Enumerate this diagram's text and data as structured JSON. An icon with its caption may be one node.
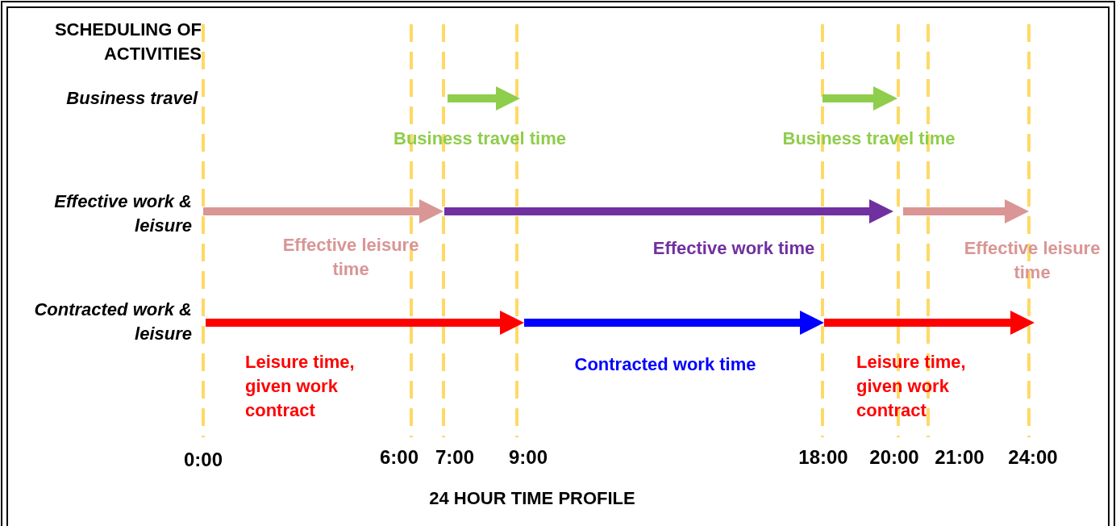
{
  "diagram": {
    "labels": [
      "SCHEDULING OF ACTIVITIES",
      "Business travel",
      "Business travel time",
      "Business travel time",
      "Effective work & leisure",
      "Effective leisure time",
      "Effective work time",
      "Effective leisure time",
      "Contracted work & leisure",
      "Leisure time, given work contract",
      "Contracted work time",
      "Leisure time, given work contract",
      "0:00",
      "6:00",
      "7:00",
      "9:00",
      "18:00",
      "20:00",
      "21:00",
      "24:00",
      "24 HOUR TIME PROFILE"
    ]
  }
}
